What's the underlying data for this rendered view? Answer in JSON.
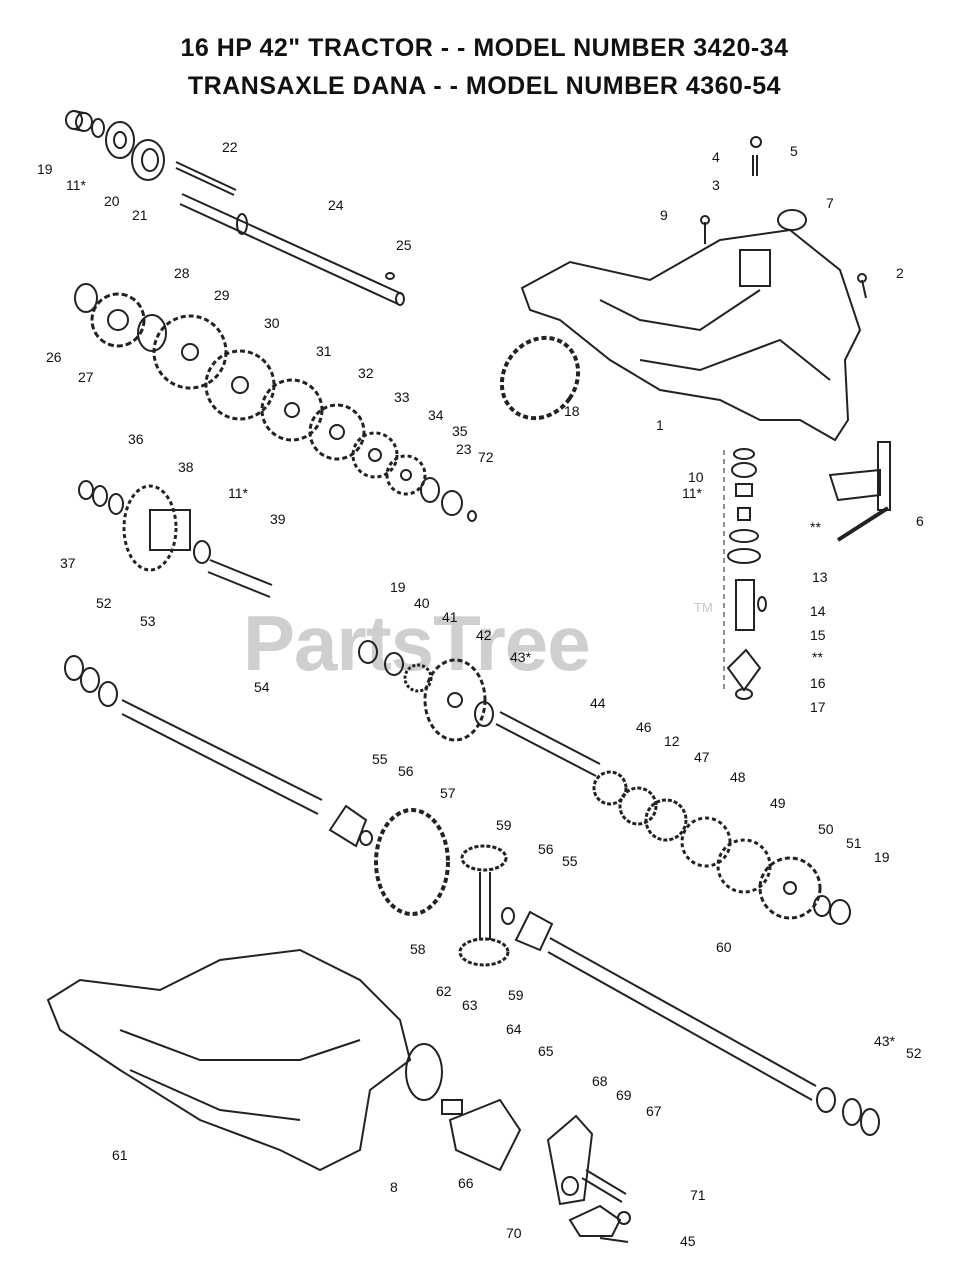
{
  "title_line1": "16 HP 42\" TRACTOR - - MODEL NUMBER 3420-34",
  "title_line2": "TRANSAXLE DANA - - MODEL NUMBER 4360-54",
  "watermark": "PartsTree",
  "watermark_tm": "TM",
  "callouts": [
    {
      "id": "c1",
      "text": "19"
    },
    {
      "id": "c2",
      "text": "11*"
    },
    {
      "id": "c3",
      "text": "20"
    },
    {
      "id": "c4",
      "text": "21"
    },
    {
      "id": "c5",
      "text": "22"
    },
    {
      "id": "c6",
      "text": "24"
    },
    {
      "id": "c7",
      "text": "25"
    },
    {
      "id": "c8",
      "text": "4"
    },
    {
      "id": "c9",
      "text": "5"
    },
    {
      "id": "c10",
      "text": "3"
    },
    {
      "id": "c11",
      "text": "9"
    },
    {
      "id": "c12",
      "text": "7"
    },
    {
      "id": "c13",
      "text": "2"
    },
    {
      "id": "c14",
      "text": "28"
    },
    {
      "id": "c15",
      "text": "29"
    },
    {
      "id": "c16",
      "text": "30"
    },
    {
      "id": "c17",
      "text": "26"
    },
    {
      "id": "c18",
      "text": "27"
    },
    {
      "id": "c19",
      "text": "31"
    },
    {
      "id": "c20",
      "text": "32"
    },
    {
      "id": "c21",
      "text": "33"
    },
    {
      "id": "c22",
      "text": "34"
    },
    {
      "id": "c23",
      "text": "35"
    },
    {
      "id": "c24",
      "text": "23"
    },
    {
      "id": "c25",
      "text": "72"
    },
    {
      "id": "c26",
      "text": "18"
    },
    {
      "id": "c27",
      "text": "1"
    },
    {
      "id": "c28",
      "text": "36"
    },
    {
      "id": "c29",
      "text": "38"
    },
    {
      "id": "c30",
      "text": "11*"
    },
    {
      "id": "c31",
      "text": "39"
    },
    {
      "id": "c32",
      "text": "37"
    },
    {
      "id": "c33",
      "text": "10"
    },
    {
      "id": "c34",
      "text": "11*"
    },
    {
      "id": "c35",
      "text": "**"
    },
    {
      "id": "c36",
      "text": "6"
    },
    {
      "id": "c37",
      "text": "13"
    },
    {
      "id": "c38",
      "text": "14"
    },
    {
      "id": "c39",
      "text": "15"
    },
    {
      "id": "c40",
      "text": "**"
    },
    {
      "id": "c41",
      "text": "16"
    },
    {
      "id": "c42",
      "text": "17"
    },
    {
      "id": "c43",
      "text": "52"
    },
    {
      "id": "c44",
      "text": "53"
    },
    {
      "id": "c45",
      "text": "19"
    },
    {
      "id": "c46",
      "text": "40"
    },
    {
      "id": "c47",
      "text": "41"
    },
    {
      "id": "c48",
      "text": "42"
    },
    {
      "id": "c49",
      "text": "43*"
    },
    {
      "id": "c50",
      "text": "54"
    },
    {
      "id": "c51",
      "text": "44"
    },
    {
      "id": "c52",
      "text": "46"
    },
    {
      "id": "c53",
      "text": "12"
    },
    {
      "id": "c54",
      "text": "47"
    },
    {
      "id": "c55",
      "text": "48"
    },
    {
      "id": "c56",
      "text": "49"
    },
    {
      "id": "c57",
      "text": "50"
    },
    {
      "id": "c58",
      "text": "51"
    },
    {
      "id": "c59",
      "text": "19"
    },
    {
      "id": "c60",
      "text": "55"
    },
    {
      "id": "c61",
      "text": "56"
    },
    {
      "id": "c62",
      "text": "57"
    },
    {
      "id": "c63",
      "text": "59"
    },
    {
      "id": "c64",
      "text": "56"
    },
    {
      "id": "c65",
      "text": "55"
    },
    {
      "id": "c66",
      "text": "58"
    },
    {
      "id": "c67",
      "text": "59"
    },
    {
      "id": "c68",
      "text": "60"
    },
    {
      "id": "c69",
      "text": "62"
    },
    {
      "id": "c70",
      "text": "63"
    },
    {
      "id": "c71",
      "text": "64"
    },
    {
      "id": "c72",
      "text": "65"
    },
    {
      "id": "c73",
      "text": "43*"
    },
    {
      "id": "c74",
      "text": "52"
    },
    {
      "id": "c75",
      "text": "61"
    },
    {
      "id": "c76",
      "text": "68"
    },
    {
      "id": "c77",
      "text": "69"
    },
    {
      "id": "c78",
      "text": "67"
    },
    {
      "id": "c79",
      "text": "8"
    },
    {
      "id": "c80",
      "text": "66"
    },
    {
      "id": "c81",
      "text": "71"
    },
    {
      "id": "c82",
      "text": "70"
    },
    {
      "id": "c83",
      "text": "45"
    }
  ]
}
